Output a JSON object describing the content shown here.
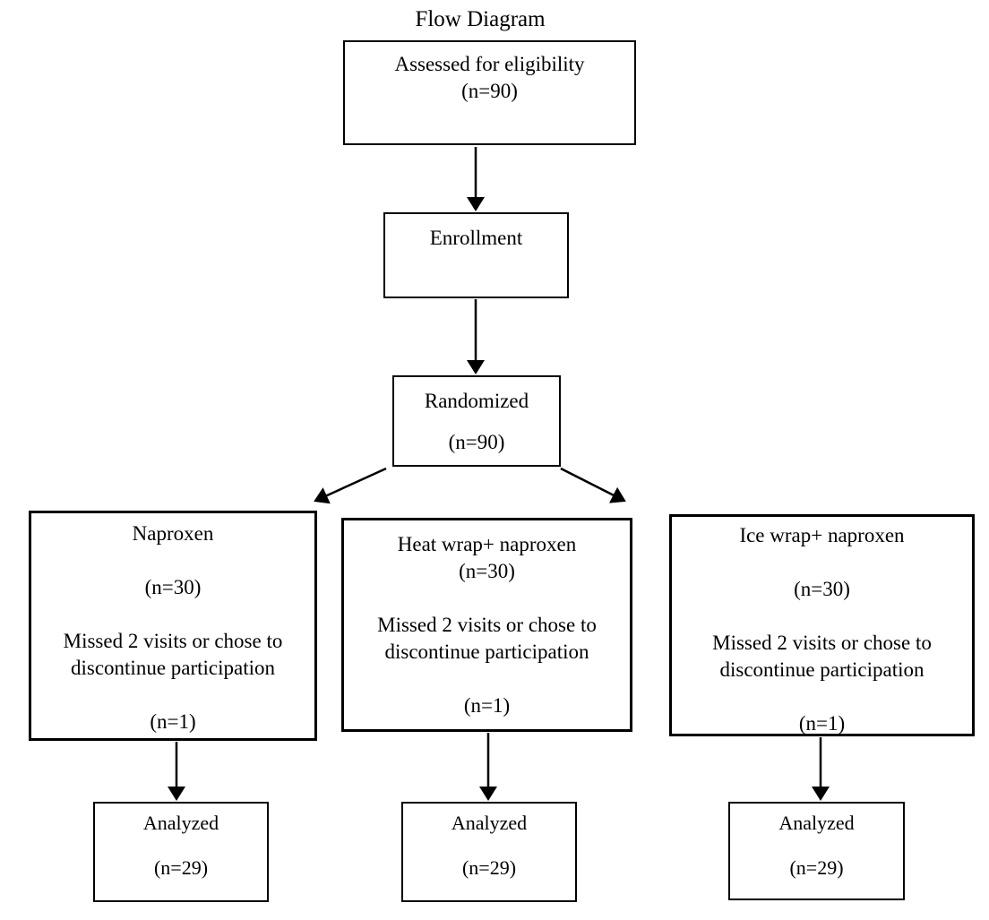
{
  "page_title": "Flow Diagram",
  "colors": {
    "line": "#000000",
    "background": "#ffffff",
    "text": "#000000"
  },
  "flow": {
    "assessed": {
      "label": "Assessed for eligibility",
      "count": "(n=90)"
    },
    "enrollment": {
      "label": "Enrollment"
    },
    "randomized": {
      "label": "Randomized",
      "count": "(n=90)"
    },
    "groups": [
      {
        "name": "Naproxen",
        "count": "(n=30)",
        "dropout_line1": "Missed 2 visits or chose to",
        "dropout_line2": "discontinue participation",
        "dropout_count": "(n=1)",
        "analyzed": {
          "label": "Analyzed",
          "count": "(n=29)"
        }
      },
      {
        "name": "Heat wrap+ naproxen",
        "count": "(n=30)",
        "dropout_line1": "Missed 2 visits or chose to",
        "dropout_line2": "discontinue participation",
        "dropout_count": "(n=1)",
        "analyzed": {
          "label": "Analyzed",
          "count": "(n=29)"
        }
      },
      {
        "name": "Ice wrap+ naproxen",
        "count": "(n=30)",
        "dropout_line1": "Missed 2 visits or chose to",
        "dropout_line2": "discontinue participation",
        "dropout_count": "(n=1)",
        "analyzed": {
          "label": "Analyzed",
          "count": "(n=29)"
        }
      }
    ]
  }
}
